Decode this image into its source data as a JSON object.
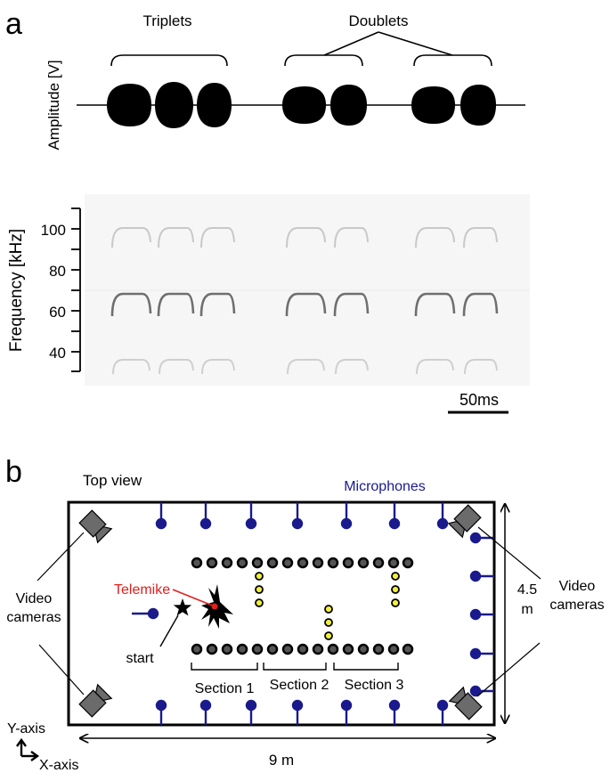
{
  "panel_a": {
    "letter": "a",
    "label_triplets": "Triplets",
    "label_doublets": "Doublets",
    "amplitude_axis_label": "Amplitude [V]",
    "frequency_axis_label": "Frequency [kHz]",
    "frequency_ticks": [
      "100",
      "80",
      "60",
      "40"
    ],
    "scale_bar_label": "50ms"
  },
  "panel_b": {
    "letter": "b",
    "top_view": "Top view",
    "microphones": "Microphones",
    "video_cameras_left": [
      "Video",
      "cameras"
    ],
    "video_cameras_right": [
      "Video",
      "cameras"
    ],
    "telemike": "Telemike",
    "start": "start",
    "sections": [
      "Section 1",
      "Section 2",
      "Section 3"
    ],
    "height_label": [
      "4.5",
      "m"
    ],
    "width_label": "9 m",
    "y_axis": "Y-axis",
    "x_axis": "X-axis"
  },
  "colors": {
    "microphone": "#1a1a8c",
    "telemike": "#e0201c",
    "yellow_marker": "#f2ef3a",
    "camera": "#6b6b6b"
  }
}
